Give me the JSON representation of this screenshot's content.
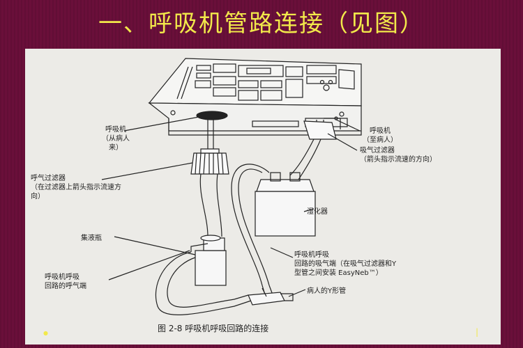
{
  "title": "一、呼吸机管路连接（见图）",
  "figure": {
    "caption": "图 2-8 呼吸机呼吸回路的连接",
    "labels": {
      "ventilator_from_patient": [
        "呼吸机",
        "（从病人",
        "来）"
      ],
      "ventilator_to_patient": [
        "呼吸机",
        "（至病人）"
      ],
      "inhale_filter": [
        "吸气过滤器",
        "（箭头指示流速的方向）"
      ],
      "exhale_filter": [
        "呼气过滤器",
        "（在过滤器上箭头指示流速方",
        "向）"
      ],
      "humidifier": "湿化器",
      "collection_bottle": "集液瓶",
      "exhale_end": [
        "呼吸机呼吸",
        "回路的呼气端"
      ],
      "inhale_end": [
        "呼吸机呼吸",
        "回路的吸气端（在吸气过滤器和Y",
        "型管之间安装 EasyNeb™）"
      ],
      "y_piece": "病人的Y形管"
    }
  }
}
